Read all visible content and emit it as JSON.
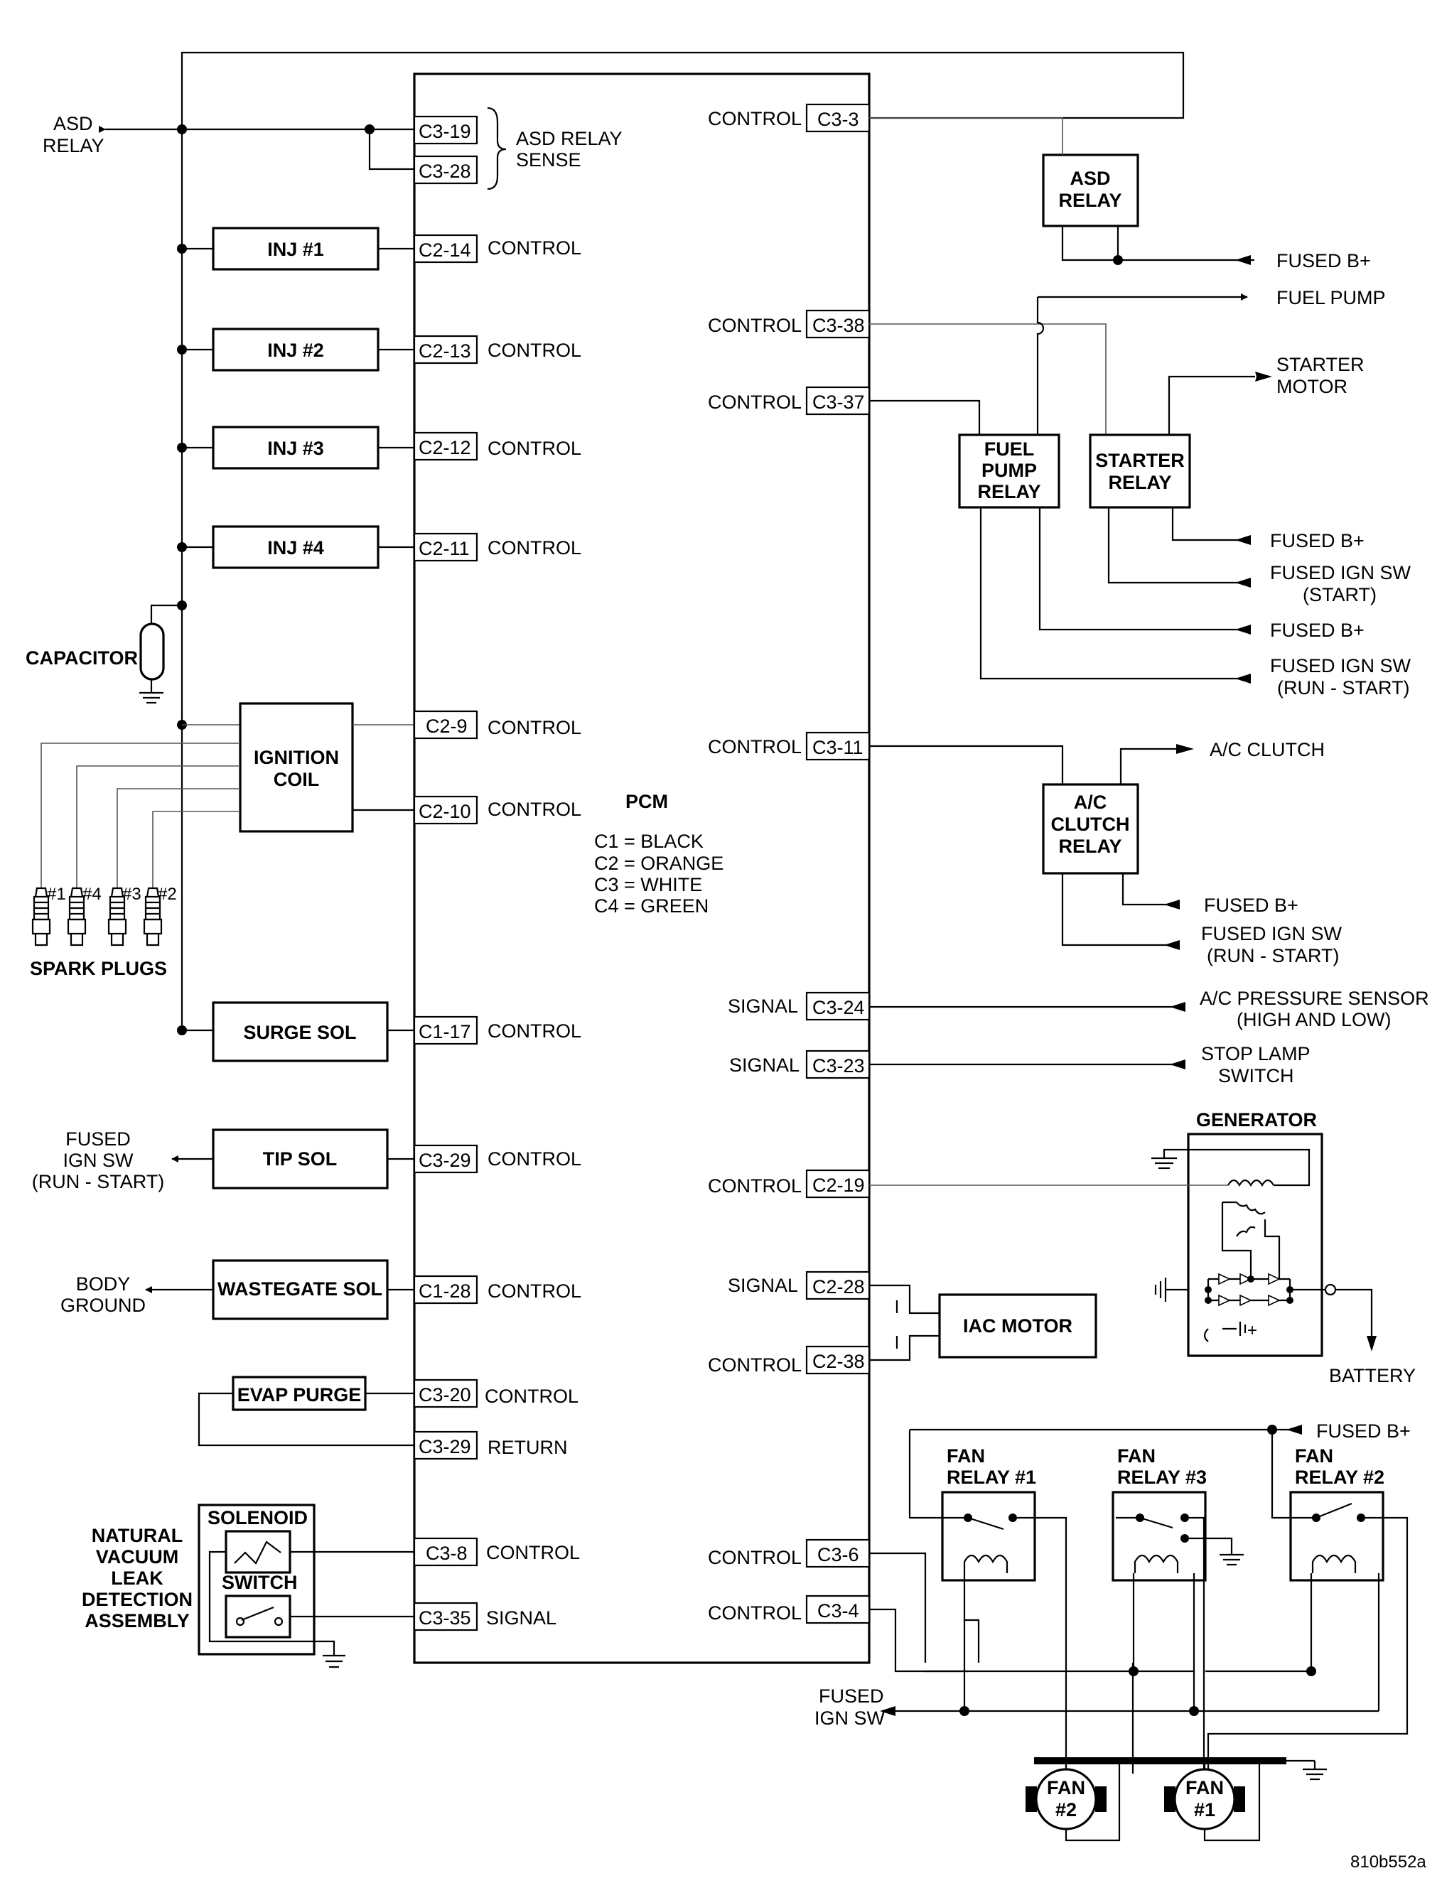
{
  "pcm": {
    "title": "PCM",
    "legend": [
      "C1 = BLACK",
      "C2 = ORANGE",
      "C3 = WHITE",
      "C4 = GREEN"
    ]
  },
  "left": {
    "asd_relay_in": [
      "ASD",
      "RELAY"
    ],
    "asd_sense": [
      "ASD RELAY",
      "SENSE"
    ],
    "capacitor": "CAPACITOR",
    "ignition_coil": [
      "IGNITION",
      "COIL"
    ],
    "spark_plugs": "SPARK PLUGS",
    "plug_labels": [
      "#1",
      "#4",
      "#3",
      "#2"
    ],
    "tip_dest": [
      "FUSED",
      "IGN SW",
      "(RUN - START)"
    ],
    "wastegate_dest": [
      "BODY",
      "GROUND"
    ],
    "nvld": [
      "NATURAL",
      "VACUUM",
      "LEAK",
      "DETECTION",
      "ASSEMBLY"
    ],
    "solenoid": "SOLENOID",
    "switch": "SWITCH",
    "components": [
      {
        "name": "INJ #1",
        "pin": "C2-14",
        "func": "CONTROL"
      },
      {
        "name": "INJ #2",
        "pin": "C2-13",
        "func": "CONTROL"
      },
      {
        "name": "INJ #3",
        "pin": "C2-12",
        "func": "CONTROL"
      },
      {
        "name": "INJ #4",
        "pin": "C2-11",
        "func": "CONTROL"
      },
      {
        "name": "SURGE SOL",
        "pin": "C1-17",
        "func": "CONTROL"
      },
      {
        "name": "TIP SOL",
        "pin": "C3-29",
        "func": "CONTROL"
      },
      {
        "name": "WASTEGATE SOL",
        "pin": "C1-28",
        "func": "CONTROL"
      },
      {
        "name": "EVAP PURGE",
        "pin": "C3-20",
        "func": "CONTROL"
      }
    ],
    "pins": {
      "asd1": "C3-19",
      "asd2": "C3-28",
      "coil1": "C2-9",
      "coil1_func": "CONTROL",
      "coil2": "C2-10",
      "coil2_func": "CONTROL",
      "evap_ret": "C3-29",
      "evap_ret_func": "RETURN",
      "sol": "C3-8",
      "sol_func": "CONTROL",
      "sw": "C3-35",
      "sw_func": "SIGNAL"
    }
  },
  "right": {
    "pins": [
      {
        "pin": "C3-3",
        "func": "CONTROL"
      },
      {
        "pin": "C3-38",
        "func": "CONTROL"
      },
      {
        "pin": "C3-37",
        "func": "CONTROL"
      },
      {
        "pin": "C3-11",
        "func": "CONTROL"
      },
      {
        "pin": "C3-24",
        "func": "SIGNAL"
      },
      {
        "pin": "C3-23",
        "func": "SIGNAL"
      },
      {
        "pin": "C2-19",
        "func": "CONTROL"
      },
      {
        "pin": "C2-28",
        "func": "SIGNAL"
      },
      {
        "pin": "C2-38",
        "func": "CONTROL"
      },
      {
        "pin": "C3-6",
        "func": "CONTROL"
      },
      {
        "pin": "C3-4",
        "func": "CONTROL"
      }
    ],
    "asd_relay": [
      "ASD",
      "RELAY"
    ],
    "fuel_pump_relay": [
      "FUEL",
      "PUMP",
      "RELAY"
    ],
    "starter_relay": [
      "STARTER",
      "RELAY"
    ],
    "ac_relay": [
      "A/C",
      "CLUTCH",
      "RELAY"
    ],
    "iac_motor": "IAC MOTOR",
    "generator": "GENERATOR",
    "battery": "BATTERY",
    "fan_relays": [
      [
        "FAN",
        "RELAY #1"
      ],
      [
        "FAN",
        "RELAY #3"
      ],
      [
        "FAN",
        "RELAY #2"
      ]
    ],
    "fans": [
      [
        "FAN",
        "#2"
      ],
      [
        "FAN",
        "#1"
      ]
    ],
    "fused_b": "FUSED B+",
    "fuel_pump": "FUEL PUMP",
    "starter_motor": [
      "STARTER",
      "MOTOR"
    ],
    "ign_start": [
      "FUSED IGN SW",
      "(START)"
    ],
    "ign_run_start": [
      "FUSED IGN SW",
      "(RUN - START)"
    ],
    "ac_clutch": "A/C CLUTCH",
    "ac_pressure": [
      "A/C PRESSURE SENSOR",
      "(HIGH AND LOW)"
    ],
    "stop_lamp": [
      "STOP LAMP",
      "SWITCH"
    ],
    "fused_ign_sw": [
      "FUSED",
      "IGN SW"
    ],
    "figure_id": "810b552a"
  }
}
